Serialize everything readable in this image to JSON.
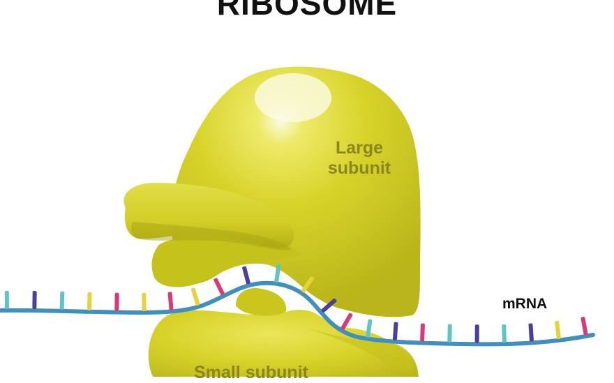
{
  "title": "RIBOSOME",
  "labels": {
    "large_subunit_line1": "Large",
    "large_subunit_line2": "subunit",
    "small_subunit": "Small subunit",
    "mrna": "mRNA"
  },
  "colors": {
    "subunit_fill": "#d8d32a",
    "subunit_shadow": "#a8a512",
    "subunit_highlight": "#f4f29a",
    "subunit_label": "#8a8620",
    "mrna_strand": "#3f8fbf",
    "mrna_label": "#111111",
    "title": "#111111",
    "bases": [
      "#5ec4c6",
      "#4b3f9e",
      "#e8d23a",
      "#d63a7a"
    ]
  }
}
